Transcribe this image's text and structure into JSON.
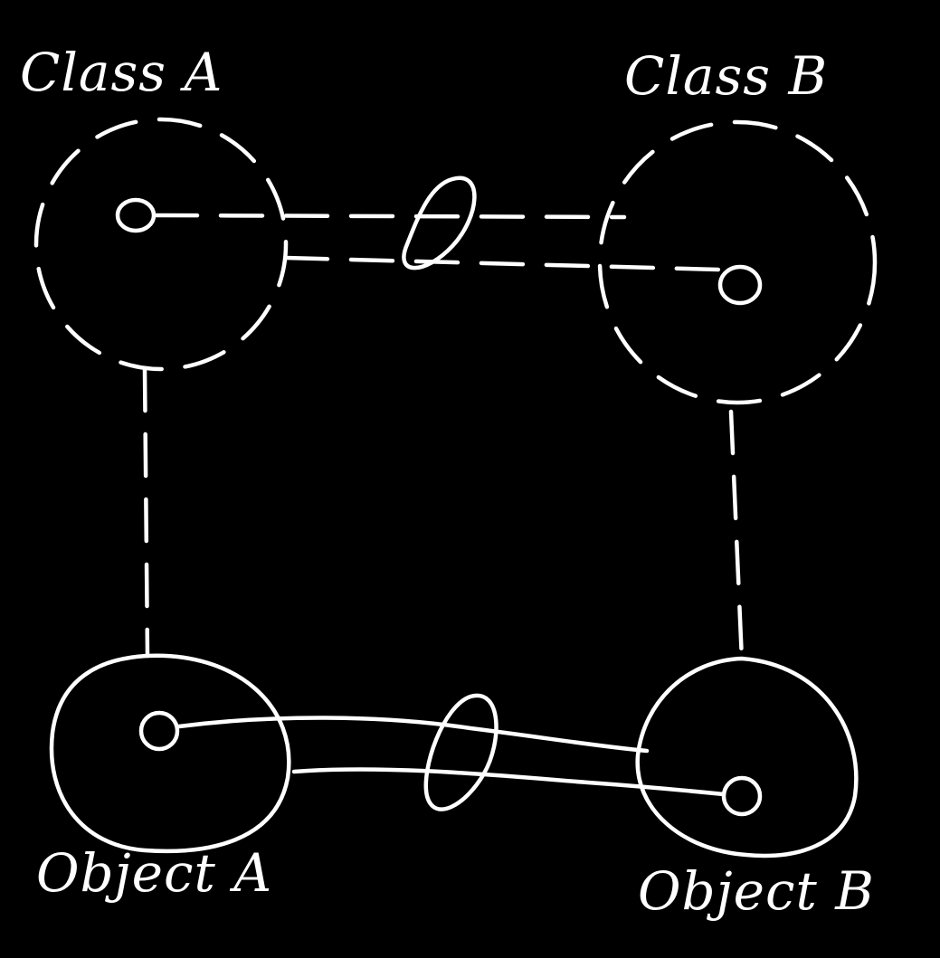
{
  "labels": {
    "class_a": "Class A",
    "class_b": "Class B",
    "object_a": "Object A",
    "object_b": "Object B"
  },
  "colors": {
    "background": "#000000",
    "ink": "#ffffff"
  }
}
